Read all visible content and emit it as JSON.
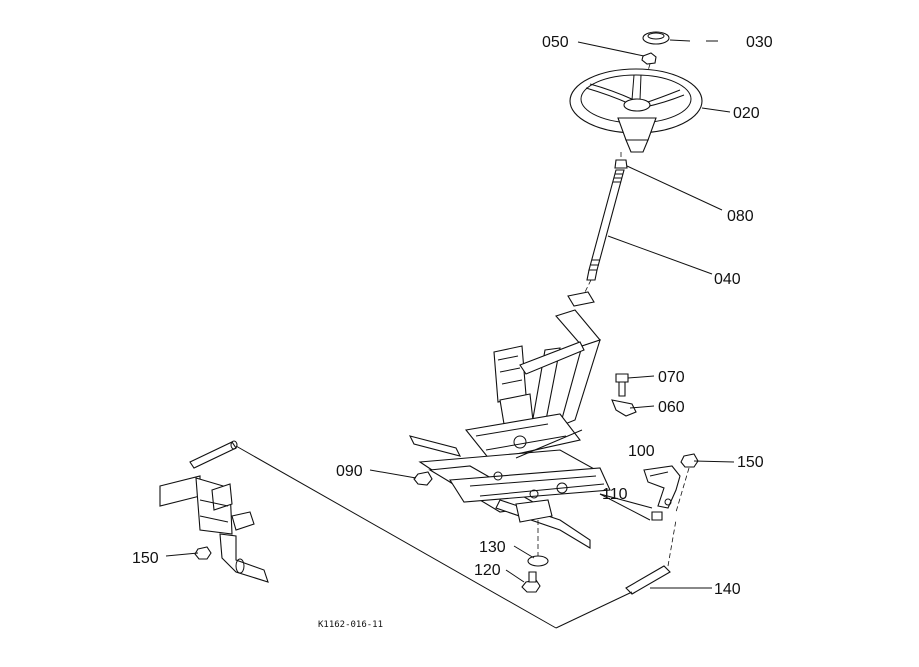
{
  "diagram": {
    "reference": "K1162-016-11",
    "callouts": [
      {
        "id": "050",
        "text": "050"
      },
      {
        "id": "030",
        "text": "030"
      },
      {
        "id": "020",
        "text": "020"
      },
      {
        "id": "080",
        "text": "080"
      },
      {
        "id": "040",
        "text": "040"
      },
      {
        "id": "070",
        "text": "070"
      },
      {
        "id": "060",
        "text": "060"
      },
      {
        "id": "100",
        "text": "100"
      },
      {
        "id": "150a",
        "text": "150"
      },
      {
        "id": "090",
        "text": "090"
      },
      {
        "id": "110",
        "text": "110"
      },
      {
        "id": "130",
        "text": "130"
      },
      {
        "id": "120",
        "text": "120"
      },
      {
        "id": "140",
        "text": "140"
      },
      {
        "id": "150b",
        "text": "150"
      }
    ]
  }
}
